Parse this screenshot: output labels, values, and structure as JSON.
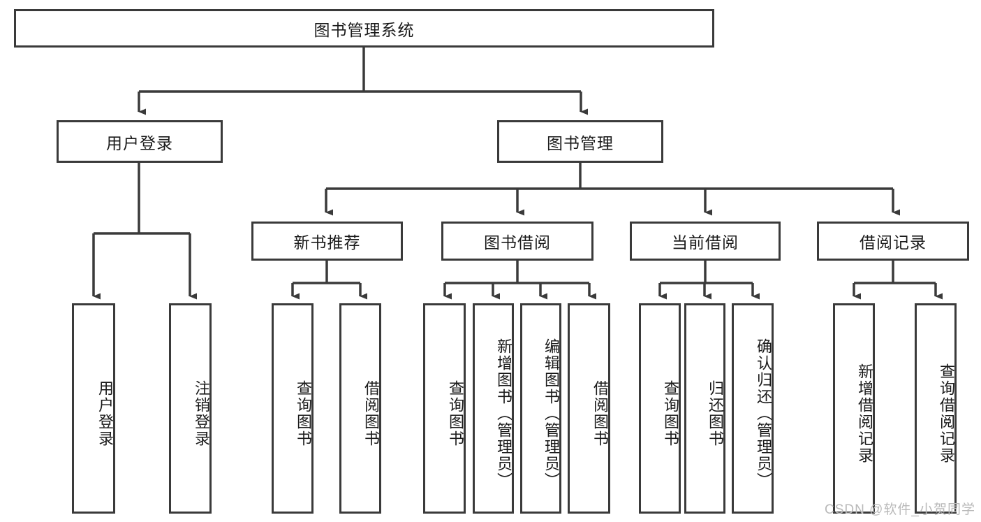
{
  "diagram": {
    "type": "tree-hierarchy",
    "title": "图书管理系统",
    "root": {
      "label": "图书管理系统"
    },
    "level2": [
      {
        "id": "user-login",
        "label": "用户登录"
      },
      {
        "id": "book-management",
        "label": "图书管理"
      }
    ],
    "level3": [
      {
        "id": "new-book-recommend",
        "label": "新书推荐",
        "parent": "book-management"
      },
      {
        "id": "book-borrow",
        "label": "图书借阅",
        "parent": "book-management"
      },
      {
        "id": "current-borrow",
        "label": "当前借阅",
        "parent": "book-management"
      },
      {
        "id": "borrow-record",
        "label": "借阅记录",
        "parent": "book-management"
      }
    ],
    "leaves": [
      {
        "id": "leaf-user-login",
        "label": "用户登录",
        "parent": "user-login"
      },
      {
        "id": "leaf-logout-login",
        "label": "注销登录",
        "parent": "user-login"
      },
      {
        "id": "leaf-query-book-1",
        "label": "查询图书",
        "parent": "new-book-recommend"
      },
      {
        "id": "leaf-borrow-book-1",
        "label": "借阅图书",
        "parent": "new-book-recommend"
      },
      {
        "id": "leaf-query-book-2",
        "label": "查询图书",
        "parent": "book-borrow"
      },
      {
        "id": "leaf-add-book",
        "label": "新增图书（管理员）",
        "parent": "book-borrow"
      },
      {
        "id": "leaf-edit-book",
        "label": "编辑图书（管理员）",
        "parent": "book-borrow"
      },
      {
        "id": "leaf-borrow-book-2",
        "label": "借阅图书",
        "parent": "book-borrow"
      },
      {
        "id": "leaf-query-book-3",
        "label": "查询图书",
        "parent": "current-borrow"
      },
      {
        "id": "leaf-return-book",
        "label": "归还图书",
        "parent": "current-borrow"
      },
      {
        "id": "leaf-confirm-return",
        "label": "确认归还（管理员）",
        "parent": "current-borrow"
      },
      {
        "id": "leaf-add-record",
        "label": "新增借阅记录",
        "parent": "borrow-record"
      },
      {
        "id": "leaf-query-record",
        "label": "查询借阅记录",
        "parent": "borrow-record"
      }
    ],
    "watermark": "CSDN @软件_小贺同学",
    "colors": {
      "stroke": "#3a3a3a",
      "background": "#ffffff",
      "text": "#1a1a1a",
      "watermark": "#b9b9b9"
    }
  }
}
